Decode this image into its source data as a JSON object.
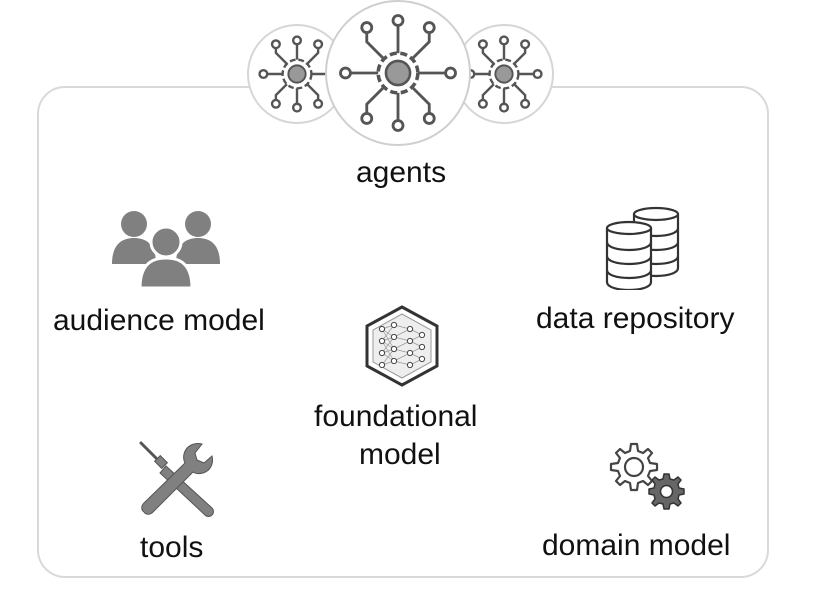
{
  "diagram": {
    "agents_label": "agents",
    "audience_label": "audience model",
    "data_label": "data repository",
    "foundational_label_line1": "foundational",
    "foundational_label_line2": "model",
    "tools_label": "tools",
    "domain_label": "domain model"
  },
  "icons": {
    "agents": "network-gear-icon",
    "audience": "people-group-icon",
    "data": "database-stack-icon",
    "foundational": "neural-network-hexagon-icon",
    "tools": "wrench-screwdriver-icon",
    "domain": "gears-icon"
  },
  "colors": {
    "icon_fill": "#808080",
    "icon_stroke": "#4d4d4d",
    "frame_border": "#d9d9d9",
    "text": "#111111"
  }
}
